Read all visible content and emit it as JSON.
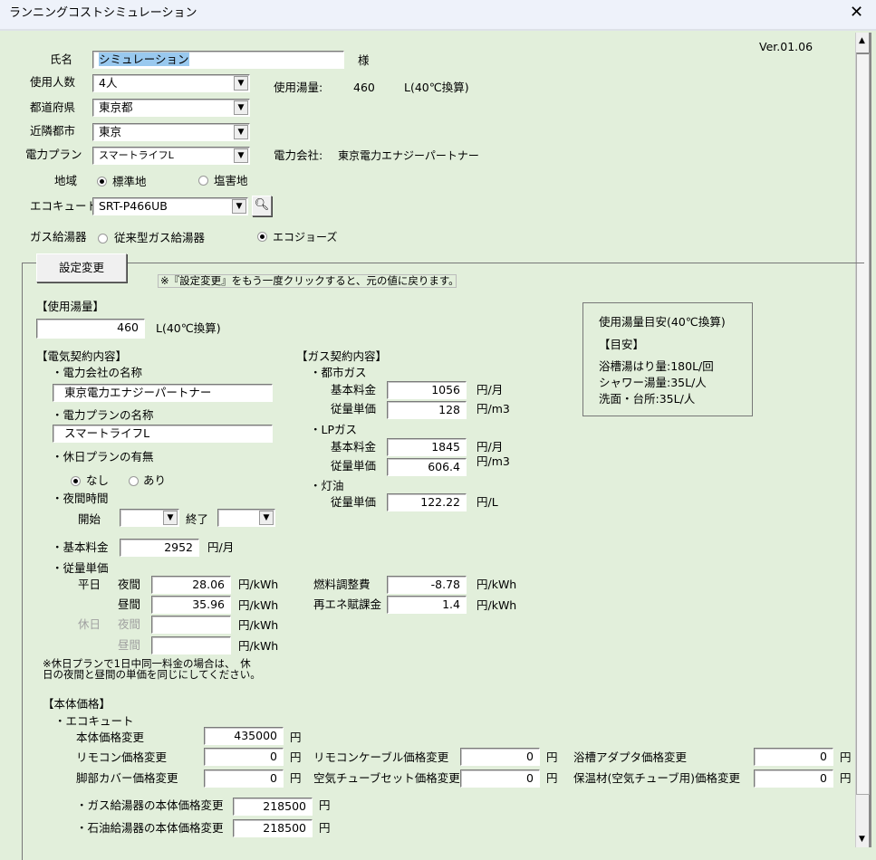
{
  "window": {
    "title": "ランニングコストシミュレーション",
    "close": "✕"
  },
  "version": "Ver.01.06",
  "top": {
    "name_label": "氏名",
    "name_value": "シミュレーション",
    "name_suffix": "様",
    "people_label": "使用人数",
    "people_value": "4人",
    "usage_label": "使用湯量:",
    "usage_value": "460",
    "usage_unit": "L(40℃換算)",
    "pref_label": "都道府県",
    "pref_value": "東京都",
    "city_label": "近隣都市",
    "city_value": "東京",
    "plan_label": "電力プラン",
    "plan_value": "スマートライフL",
    "company_label": "電力会社:",
    "company_value": "東京電力エナジーパートナー",
    "region_label": "地域",
    "region_opt1": "標準地",
    "region_opt2": "塩害地",
    "ecocute_label": "エコキュート",
    "ecocute_value": "SRT-P466UB",
    "gas_label": "ガス給湯器",
    "gas_opt1": "従来型ガス給湯器",
    "gas_opt2": "エコジョーズ"
  },
  "settings": {
    "button": "設定変更",
    "note": "※『設定変更』をもう一度クリックすると、元の値に戻ります。",
    "usage_header": "【使用湯量】",
    "usage_value": "460",
    "usage_unit": "L(40℃換算)",
    "elec_header": "【電気契約内容】",
    "company_label": "・電力会社の名称",
    "company_value": "東京電力エナジーパートナー",
    "plan_label": "・電力プランの名称",
    "plan_value": "スマートライフL",
    "holiday_label": "・休日プランの有無",
    "holiday_no": "なし",
    "holiday_yes": "あり",
    "night_label": "・夜間時間",
    "start_label": "開始",
    "end_label": "終了",
    "basic_label": "・基本料金",
    "basic_value": "2952",
    "basic_unit": "円/月",
    "rate_label": "・従量単価",
    "weekday": "平日",
    "holiday": "休日",
    "night": "夜間",
    "day": "昼間",
    "wd_night": "28.06",
    "wd_day": "35.96",
    "hd_night": "",
    "hd_day": "",
    "kwh_unit": "円/kWh",
    "fuel_label": "燃料調整費",
    "fuel_value": "-8.78",
    "renew_label": "再エネ賦課金",
    "renew_value": "1.4",
    "footnote1": "※休日プランで1日中同一料金の場合は、　休",
    "footnote2": "日の夜間と昼間の単価を同じにしてください。",
    "gas_header": "【ガス契約内容】",
    "city_gas": "・都市ガス",
    "basic_fee": "基本料金",
    "unit_price": "従量単価",
    "city_basic": "1056",
    "city_unit": "128",
    "yen_month": "円/月",
    "yen_m3": "円/m3",
    "lp_gas": "・LPガス",
    "lp_basic": "1845",
    "lp_unit": "606.4",
    "kerosene": "・灯油",
    "kero_unit": "122.22",
    "yen_l": "円/L",
    "guide_title": "使用湯量目安(40℃換算)",
    "guide_header": "【目安】",
    "guide1": "浴槽湯はり量:180L/回",
    "guide2": "シャワー湯量:35L/人",
    "guide3": "洗面・台所:35L/人",
    "price_header": "【本体価格】",
    "ecocute_sub": "・エコキュート",
    "yen": "円",
    "body_label": "本体価格変更",
    "body_value": "435000",
    "remote_label": "リモコン価格変更",
    "remote_value": "0",
    "cable_label": "リモコンケーブル価格変更",
    "cable_value": "0",
    "adapter_label": "浴槽アダプタ価格変更",
    "adapter_value": "0",
    "cover_label": "脚部カバー価格変更",
    "cover_value": "0",
    "tube_label": "空気チューブセット価格変更",
    "tube_value": "0",
    "insul_label": "保温材(空気チューブ用)価格変更",
    "insul_value": "0",
    "gasheater_label": "・ガス給湯器の本体価格変更",
    "gasheater_value": "218500",
    "oilheater_label": "・石油給湯器の本体価格変更",
    "oilheater_value": "218500"
  }
}
